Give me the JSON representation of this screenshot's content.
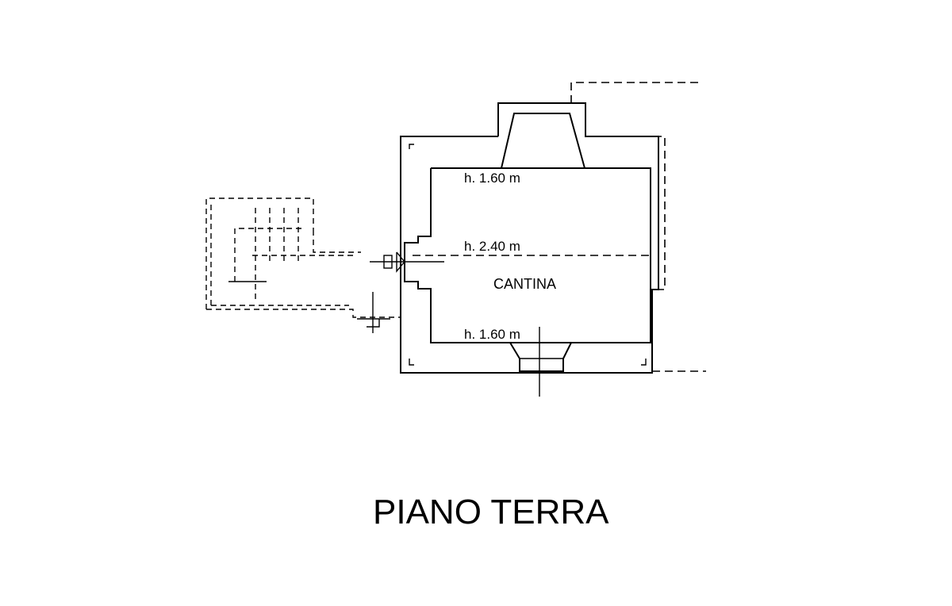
{
  "plan": {
    "room_name": "CANTINA",
    "heights": {
      "top": "h. 1.60 m",
      "middle": "h. 2.40 m",
      "bottom": "h. 1.60 m"
    },
    "floor_title": "PIANO TERRA"
  }
}
